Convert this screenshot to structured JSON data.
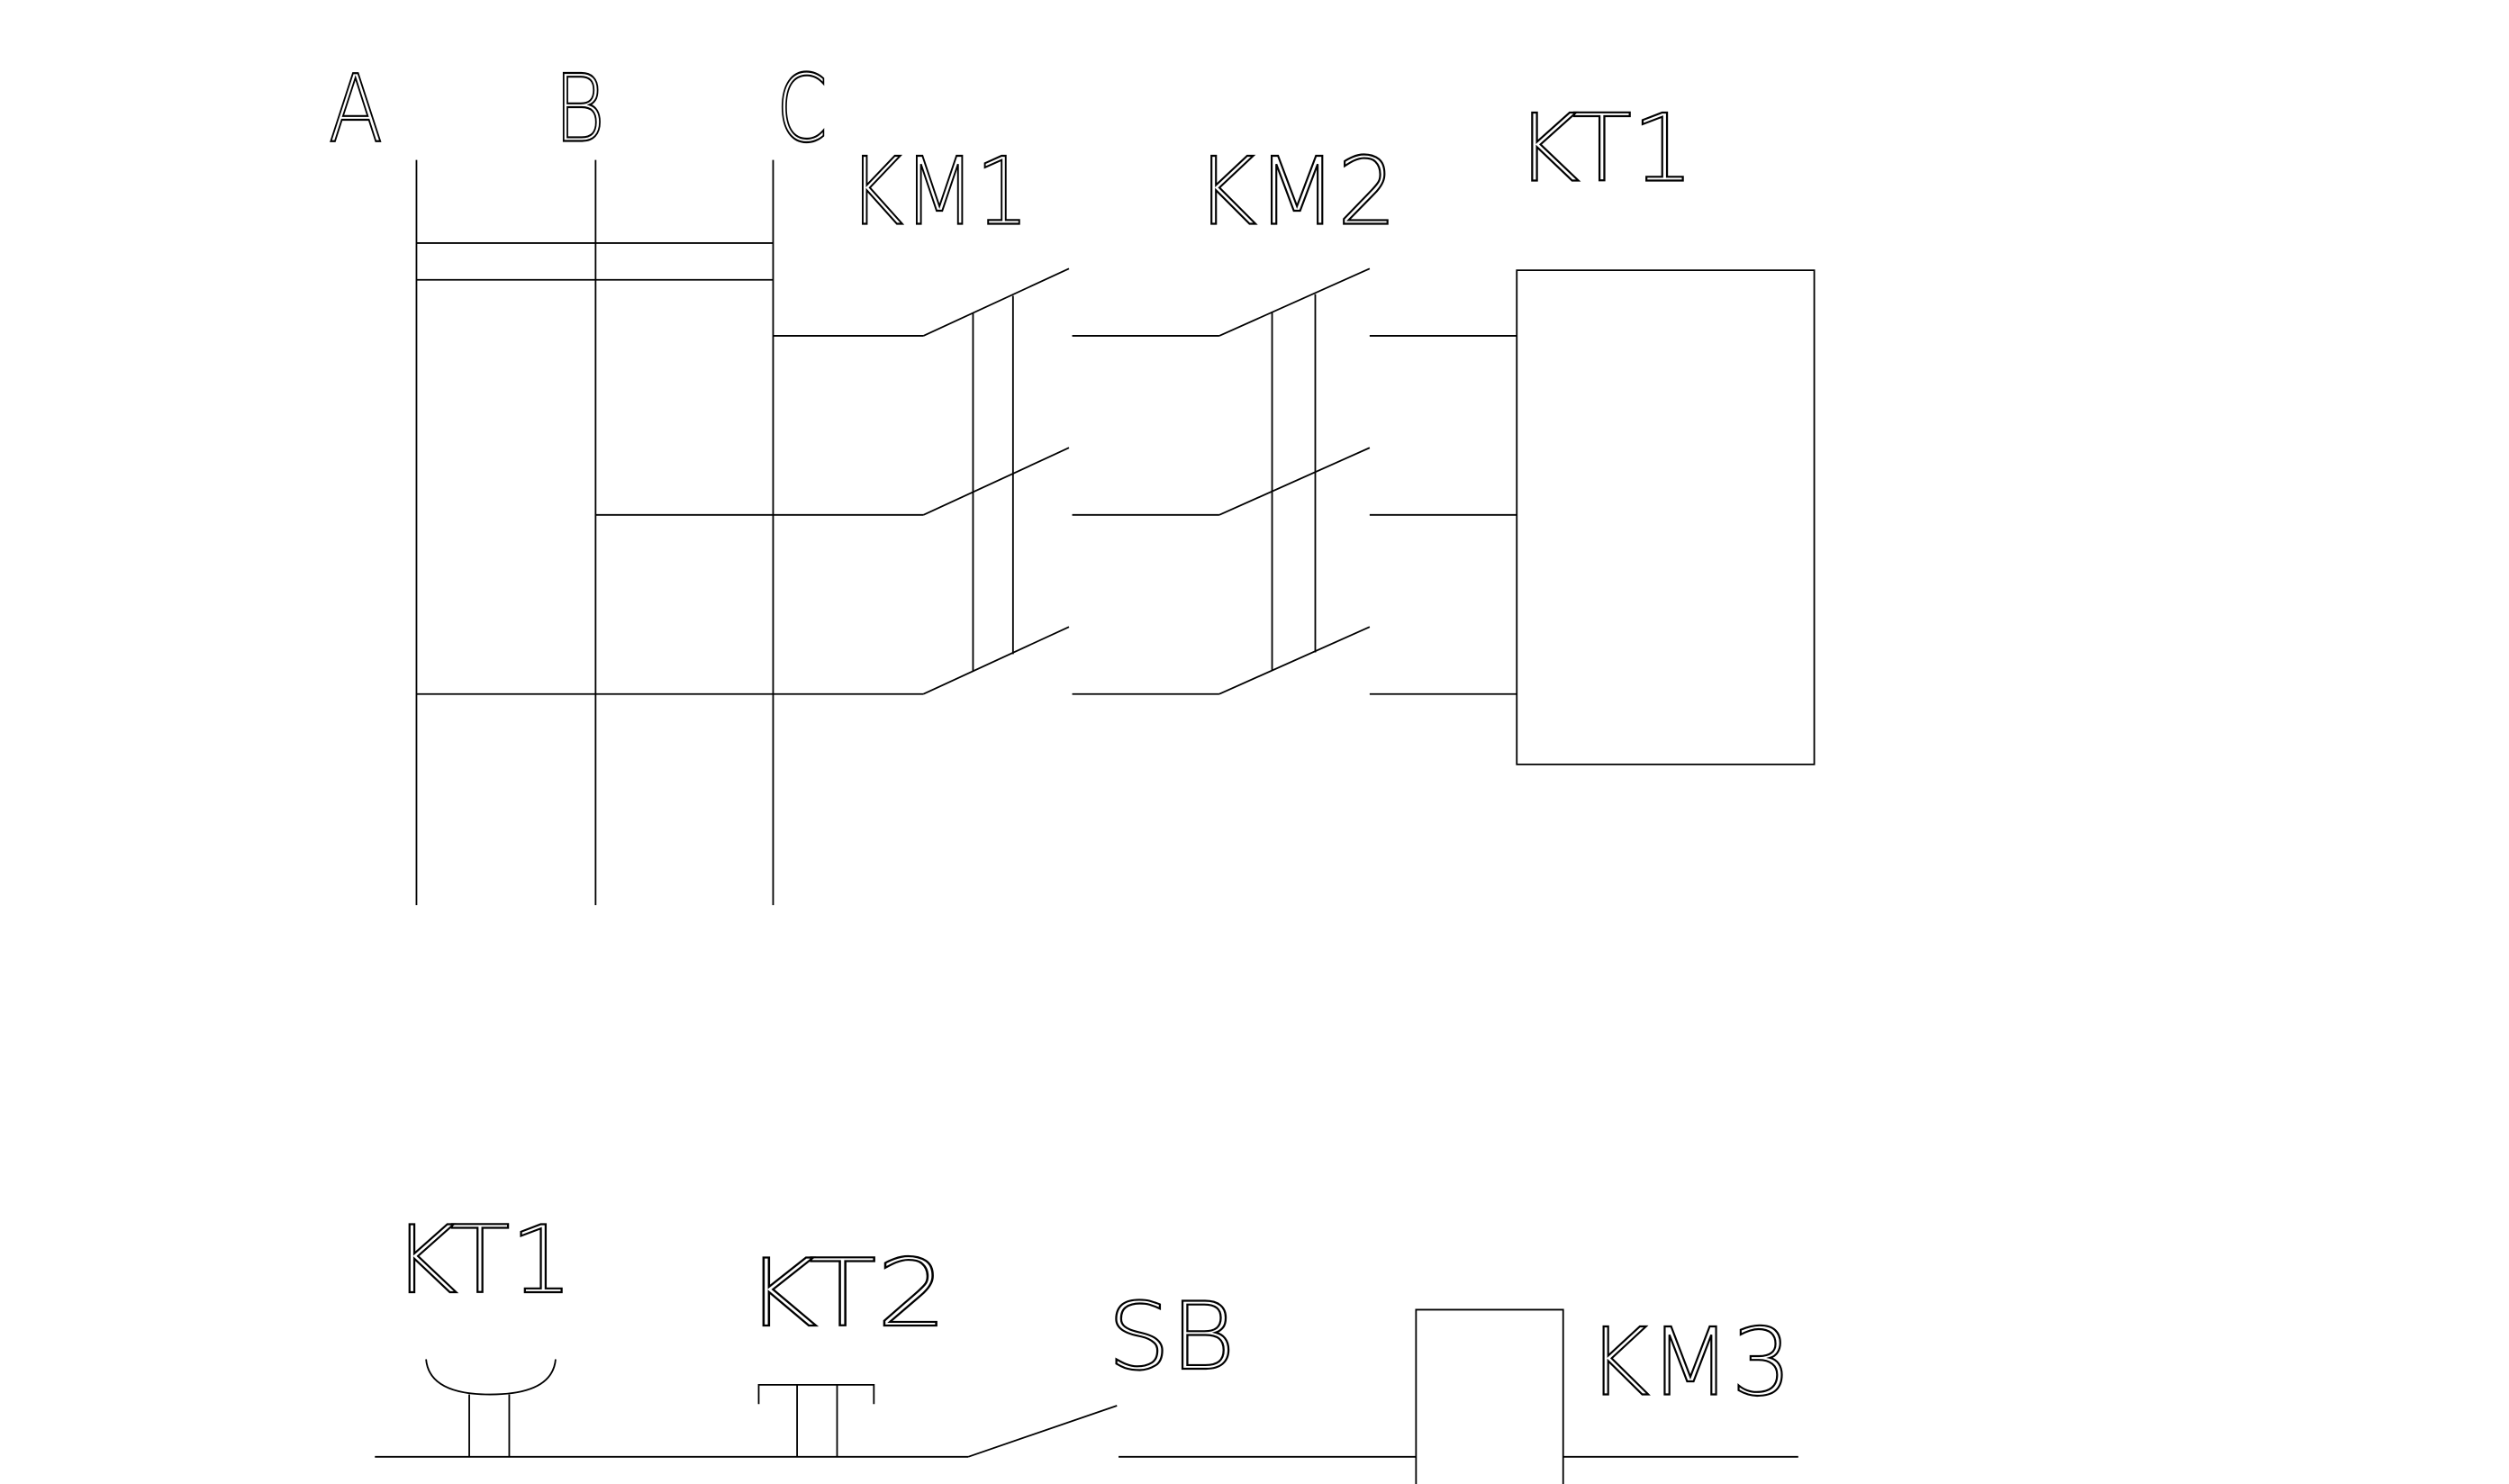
{
  "labels": {
    "phase_a": "A",
    "phase_b": "B",
    "phase_c": "C",
    "km1": "KM1",
    "km2": "KM2",
    "kt1_box": "KT1",
    "kt1_contact": "KT1",
    "kt2_contact": "KT2",
    "sb": "SB",
    "km3": "KM3"
  },
  "colors": {
    "background": "#ffffff",
    "line": "#000000"
  }
}
